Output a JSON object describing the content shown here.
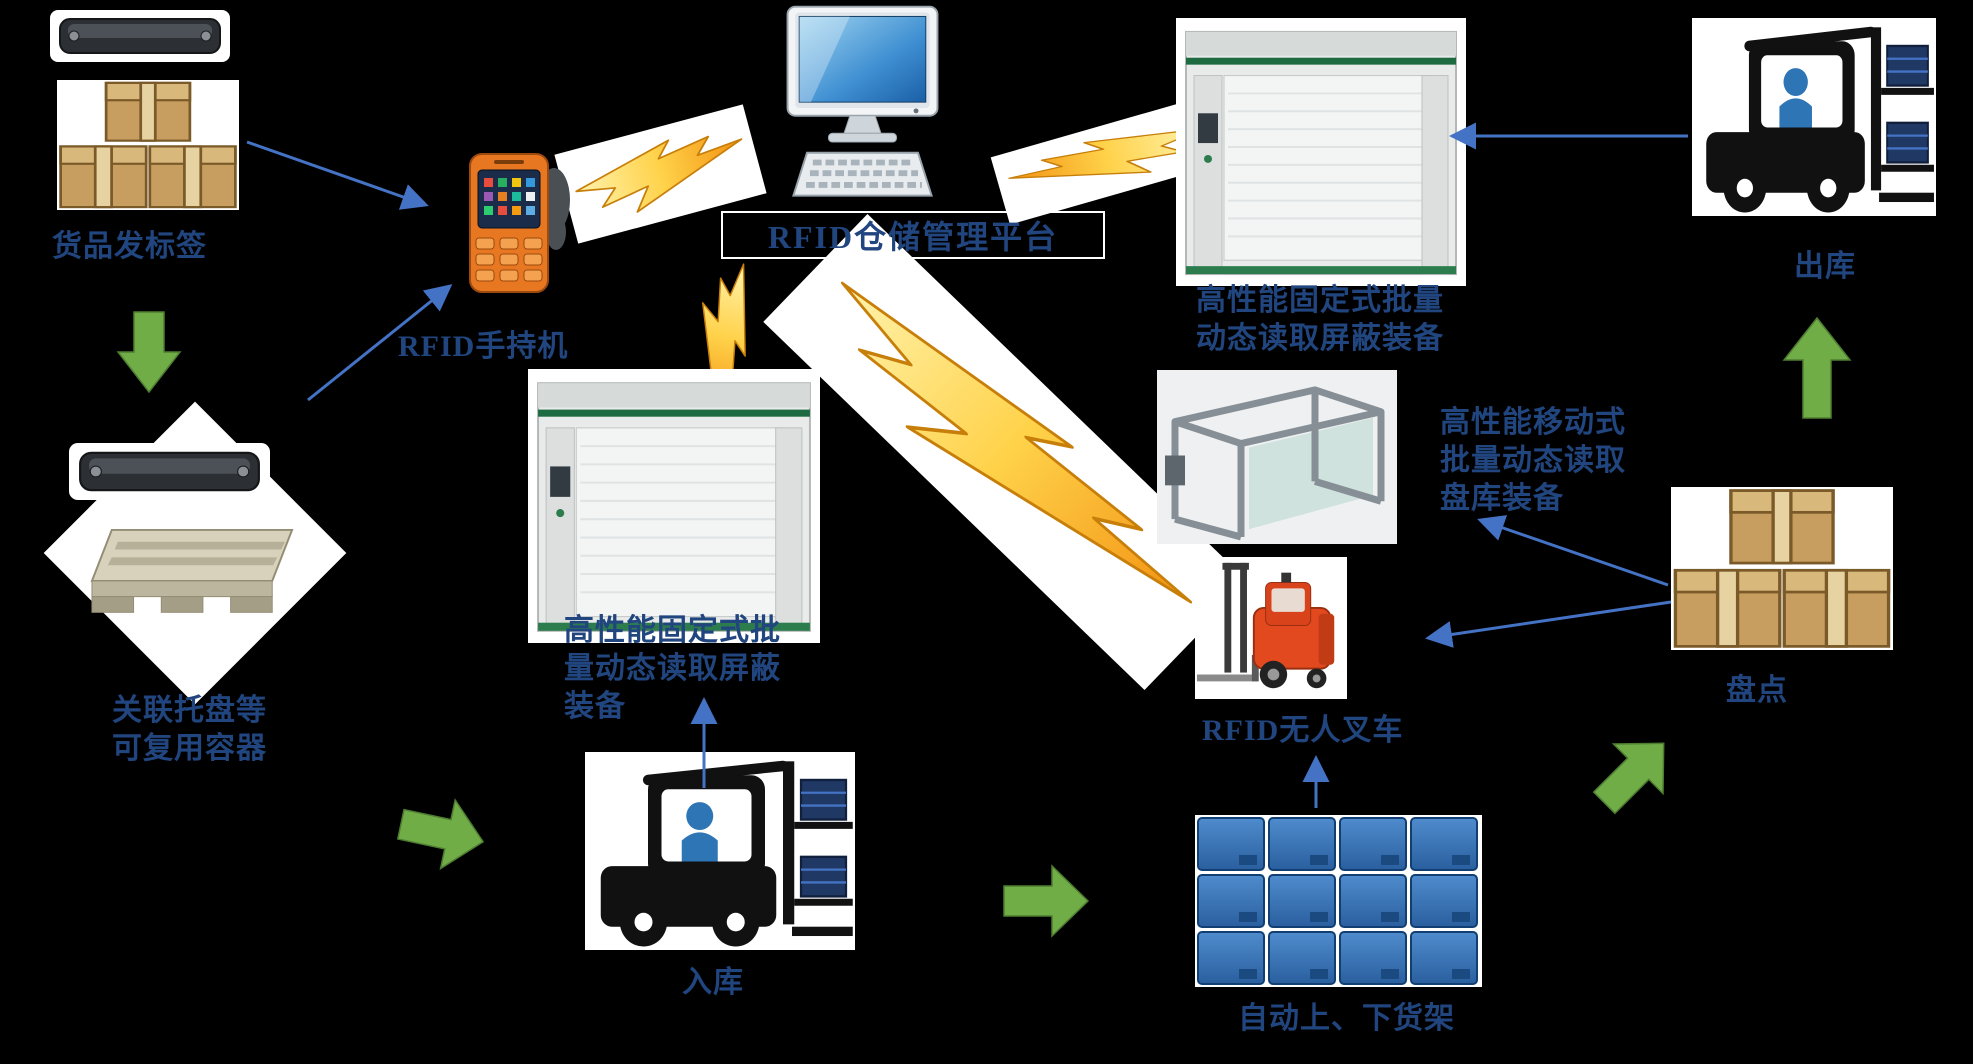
{
  "title": "RFID warehouse management flow diagram",
  "colors": {
    "background": "#000000",
    "connector_blue": "#4472C4",
    "block_arrow_green": "#70AD47",
    "label_text": "#21457E",
    "bolt_yellow": "#FFD24A",
    "bolt_orange": "#F29111",
    "platform_box_border": "#FFFFFF"
  },
  "labels": {
    "goods_tagging": "货品发标签",
    "rfid_handheld": "RFID手持机",
    "platform": "RFID仓储管理平台",
    "fixed_reader_right": "高性能固定式批量\n动态读取屏蔽装备",
    "outbound": "出库",
    "reusable_container": "关联托盘等\n可复用容器",
    "fixed_reader_center": "高性能固定式批\n量动态读取屏蔽\n装备",
    "inbound": "入库",
    "mobile_reader": "高性能移动式\n批量动态读取\n盘库装备",
    "rfid_forklift": "RFID无人叉车",
    "auto_shelf": "自动上、下货架",
    "inventory": "盘点"
  },
  "icons": {
    "rfid_tag": "rfid-tag-icon",
    "cargo_boxes": "cargo-boxes-icon",
    "pallet": "pallet-icon",
    "handheld_reader": "rfid-handheld-icon",
    "computer": "computer-monitor-icon",
    "fixed_reader_portal": "fixed-reader-portal-icon",
    "mobile_rack_frame": "mobile-rack-frame-icon",
    "forklift": "forklift-icon",
    "rfid_forklift": "rfid-forklift-icon",
    "shelf_crates": "shelf-crates-icon",
    "lightning": "lightning-bolt-icon",
    "green_arrow": "green-block-arrow-icon",
    "blue_arrow": "blue-connector-arrow"
  }
}
